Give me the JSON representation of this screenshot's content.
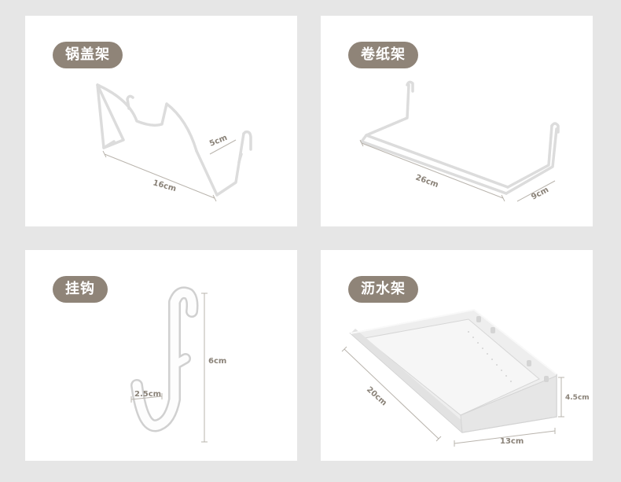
{
  "colors": {
    "background": "#e6e6e6",
    "panel": "#ffffff",
    "label_bg": "#8f8478",
    "label_text": "#ffffff",
    "dimension_text": "#8a8278",
    "product_line": "#d8d8d8",
    "dimension_line": "#b9b4ad"
  },
  "panels": [
    {
      "title": "锅盖架",
      "icon": "pot-lid-rack-illustration",
      "dimensions": {
        "length": "16cm",
        "depth": "5cm"
      }
    },
    {
      "title": "卷纸架",
      "icon": "paper-roll-holder-illustration",
      "dimensions": {
        "length": "26cm",
        "depth": "9cm"
      }
    },
    {
      "title": "挂钩",
      "icon": "hook-illustration",
      "dimensions": {
        "height": "6cm",
        "width": "2.5cm"
      }
    },
    {
      "title": "沥水架",
      "icon": "drain-tray-illustration",
      "dimensions": {
        "length": "20cm",
        "width": "13cm",
        "height": "4.5cm"
      }
    }
  ]
}
